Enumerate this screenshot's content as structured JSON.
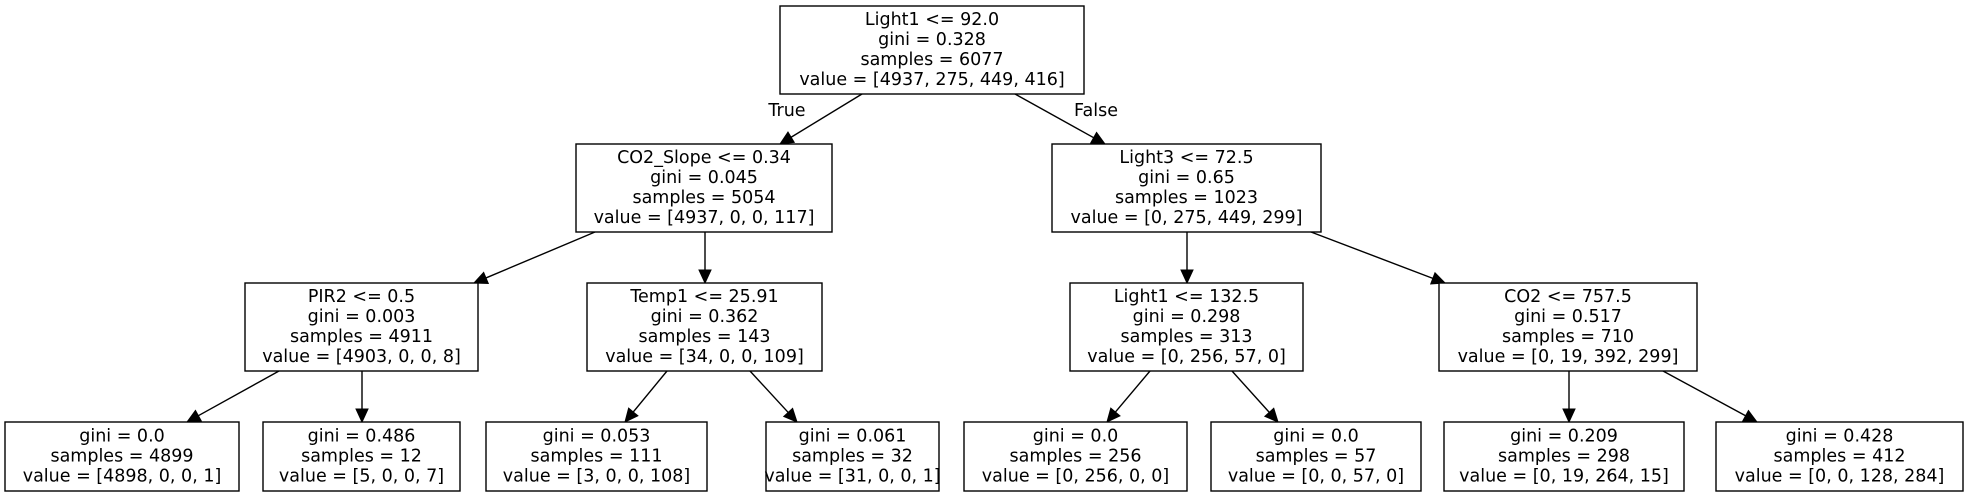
{
  "tree": {
    "nodes": [
      {
        "id": "n0",
        "lines": [
          "Light1 <= 92.0",
          "gini = 0.328",
          "samples = 6077",
          "value = [4937, 275, 449, 416]"
        ]
      },
      {
        "id": "n1",
        "lines": [
          "CO2_Slope <= 0.34",
          "gini = 0.045",
          "samples = 5054",
          "value = [4937, 0, 0, 117]"
        ]
      },
      {
        "id": "n2",
        "lines": [
          "Light3 <= 72.5",
          "gini = 0.65",
          "samples = 1023",
          "value = [0, 275, 449, 299]"
        ]
      },
      {
        "id": "n3",
        "lines": [
          "PIR2 <= 0.5",
          "gini = 0.003",
          "samples = 4911",
          "value = [4903, 0, 0, 8]"
        ]
      },
      {
        "id": "n4",
        "lines": [
          "Temp1 <= 25.91",
          "gini = 0.362",
          "samples = 143",
          "value = [34, 0, 0, 109]"
        ]
      },
      {
        "id": "n5",
        "lines": [
          "Light1 <= 132.5",
          "gini = 0.298",
          "samples = 313",
          "value = [0, 256, 57, 0]"
        ]
      },
      {
        "id": "n6",
        "lines": [
          "CO2 <= 757.5",
          "gini = 0.517",
          "samples = 710",
          "value = [0, 19, 392, 299]"
        ]
      },
      {
        "id": "n7",
        "lines": [
          "gini = 0.0",
          "samples = 4899",
          "value = [4898, 0, 0, 1]"
        ]
      },
      {
        "id": "n8",
        "lines": [
          "gini = 0.486",
          "samples = 12",
          "value = [5, 0, 0, 7]"
        ]
      },
      {
        "id": "n9",
        "lines": [
          "gini = 0.053",
          "samples = 111",
          "value = [3, 0, 0, 108]"
        ]
      },
      {
        "id": "n10",
        "lines": [
          "gini = 0.061",
          "samples = 32",
          "value = [31, 0, 0, 1]"
        ]
      },
      {
        "id": "n11",
        "lines": [
          "gini = 0.0",
          "samples = 256",
          "value = [0, 256, 0, 0]"
        ]
      },
      {
        "id": "n12",
        "lines": [
          "gini = 0.0",
          "samples = 57",
          "value = [0, 0, 57, 0]"
        ]
      },
      {
        "id": "n13",
        "lines": [
          "gini = 0.209",
          "samples = 298",
          "value = [0, 19, 264, 15]"
        ]
      },
      {
        "id": "n14",
        "lines": [
          "gini = 0.428",
          "samples = 412",
          "value = [0, 0, 128, 284]"
        ]
      }
    ],
    "edges": [
      {
        "from": "n0",
        "to": "n1",
        "label": "True"
      },
      {
        "from": "n0",
        "to": "n2",
        "label": "False"
      },
      {
        "from": "n1",
        "to": "n3",
        "label": ""
      },
      {
        "from": "n1",
        "to": "n4",
        "label": ""
      },
      {
        "from": "n2",
        "to": "n5",
        "label": ""
      },
      {
        "from": "n2",
        "to": "n6",
        "label": ""
      },
      {
        "from": "n3",
        "to": "n7",
        "label": ""
      },
      {
        "from": "n3",
        "to": "n8",
        "label": ""
      },
      {
        "from": "n4",
        "to": "n9",
        "label": ""
      },
      {
        "from": "n4",
        "to": "n10",
        "label": ""
      },
      {
        "from": "n5",
        "to": "n11",
        "label": ""
      },
      {
        "from": "n5",
        "to": "n12",
        "label": ""
      },
      {
        "from": "n6",
        "to": "n13",
        "label": ""
      },
      {
        "from": "n6",
        "to": "n14",
        "label": ""
      }
    ]
  }
}
